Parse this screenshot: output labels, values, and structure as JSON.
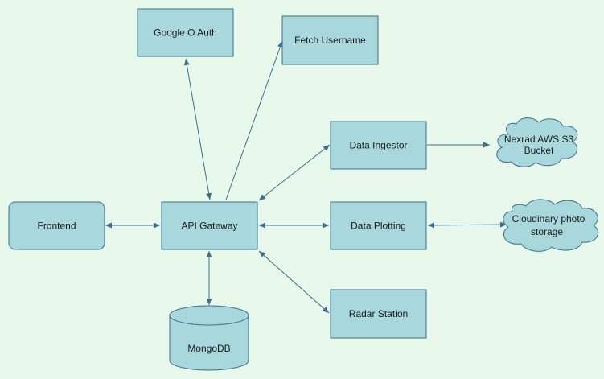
{
  "diagram": {
    "nodes": {
      "google_oauth": "Google O Auth",
      "fetch_username": "Fetch Username",
      "data_ingestor": "Data Ingestor",
      "nexrad": [
        "Nexrad AWS S3",
        "Bucket"
      ],
      "frontend": "Frontend",
      "api_gateway": "API Gateway",
      "data_plotting": "Data Plotting",
      "cloudinary": [
        "Cloudinary photo",
        "storage"
      ],
      "radar_station": "Radar Station",
      "mongodb": "MongoDB"
    },
    "colors": {
      "background": "#e8f8ea",
      "node_fill": "#a8d8db",
      "node_stroke": "#3b6f8f",
      "edge": "#3b6f8f"
    }
  }
}
